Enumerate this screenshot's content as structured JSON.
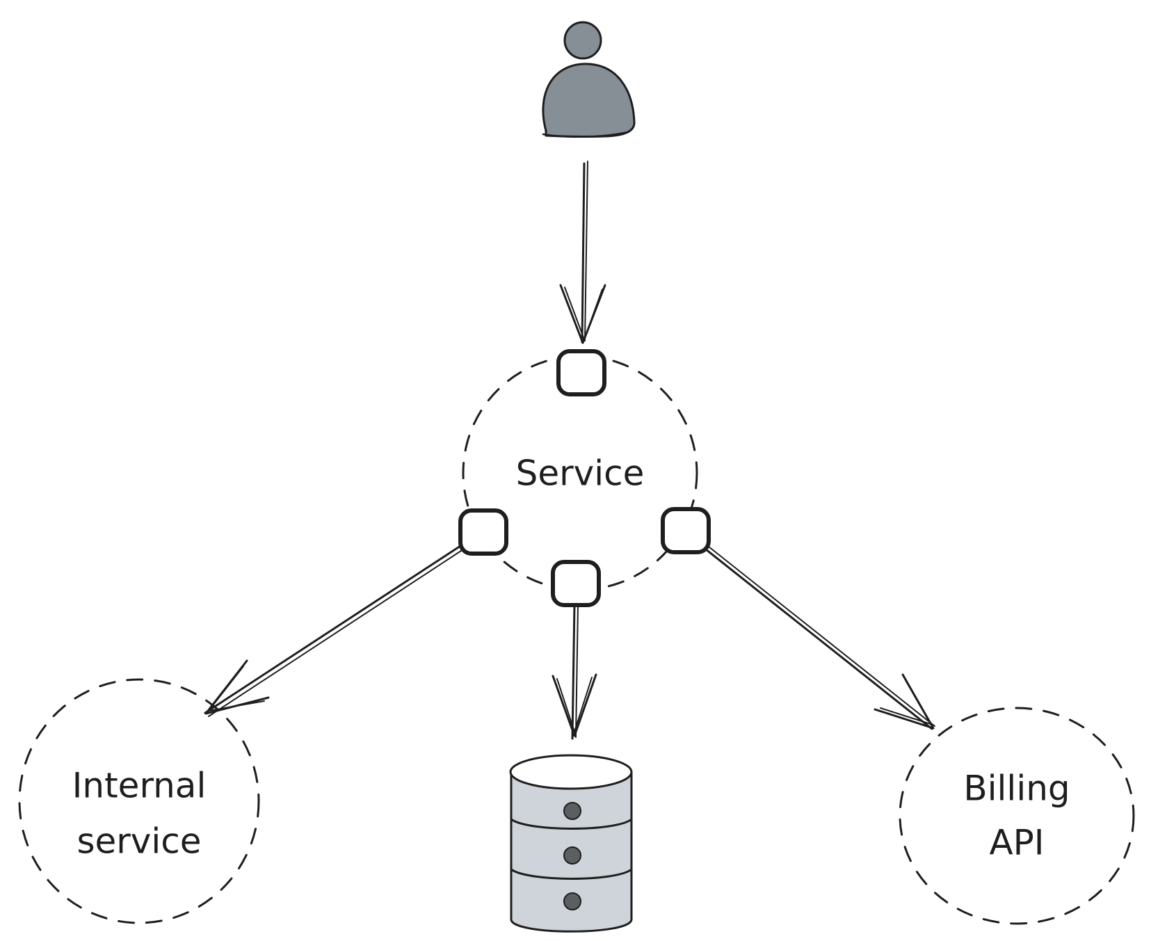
{
  "nodes": {
    "service": {
      "label": "Service"
    },
    "internal_service": {
      "label_line1": "Internal",
      "label_line2": "service"
    },
    "billing_api": {
      "label_line1": "Billing",
      "label_line2": "API"
    }
  },
  "colors": {
    "stroke": "#1e1e1e",
    "user_fill": "#868e96",
    "database_fill": "#ced4da",
    "background": "#ffffff"
  },
  "icons": [
    "user-icon",
    "database-icon"
  ]
}
